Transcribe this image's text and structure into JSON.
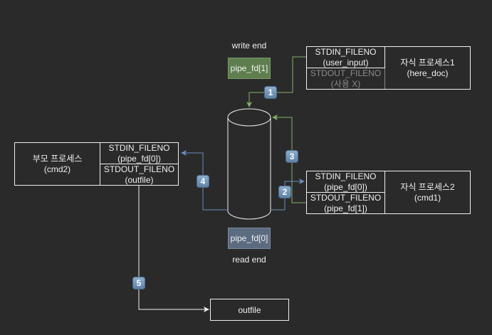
{
  "labels": {
    "write_end": "write end",
    "read_end": "read end",
    "pipe_fd1": "pipe_fd[1]",
    "pipe_fd0": "pipe_fd[0]"
  },
  "child1": {
    "stdin_label": "STDIN_FILENO",
    "stdin_value": "(user_input)",
    "stdout_label": "STDOUT_FILENO",
    "stdout_value": "(사용 X)",
    "name": "자식 프로세스1",
    "sub": "(here_doc)"
  },
  "child2": {
    "stdin_label": "STDIN_FILENO",
    "stdin_value": "(pipe_fd[0])",
    "stdout_label": "STDOUT_FILENO",
    "stdout_value": "(pipe_fd[1])",
    "name": "자식 프로세스2",
    "sub": "(cmd1)"
  },
  "parent": {
    "name": "부모 프로세스",
    "sub": "(cmd2)",
    "stdin_label": "STDIN_FILENO",
    "stdin_value": "(pipe_fd[0])",
    "stdout_label": "STDOUT_FILENO",
    "stdout_value": "(outfile)"
  },
  "outfile": "outfile",
  "steps": [
    "1",
    "2",
    "3",
    "4",
    "5"
  ],
  "colors": {
    "green": "#82b366",
    "blue": "#6c8ebf",
    "write_fill": "#5e7e4e",
    "read_fill": "#5b6b80"
  }
}
